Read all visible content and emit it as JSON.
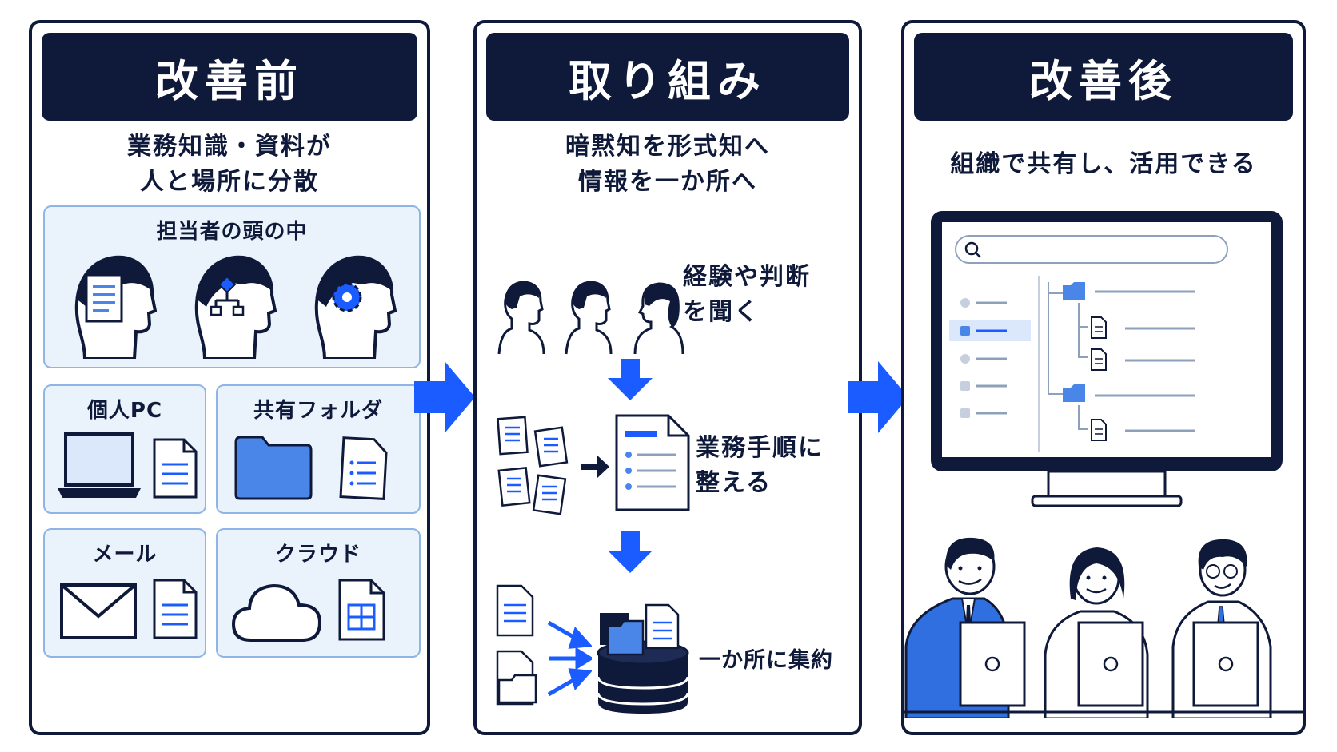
{
  "before": {
    "header": "改善前",
    "subtitle_line1": "業務知識・資料が",
    "subtitle_line2": "人と場所に分散",
    "heads_box_title": "担当者の頭の中",
    "sources": [
      "個人PC",
      "共有フォルダ",
      "メール",
      "クラウド"
    ]
  },
  "action": {
    "header": "取り組み",
    "subtitle_line1": "暗黙知を形式知へ",
    "subtitle_line2": "情報を一か所へ",
    "step1_line1": "経験や判断",
    "step1_line2": "を聞く",
    "step2_line1": "業務手順に",
    "step2_line2": "整える",
    "step3": "一か所に集約"
  },
  "after": {
    "header": "改善後",
    "subtitle": "組織で共有し、活用できる"
  },
  "colors": {
    "navy": "#0f1a3a",
    "accent_blue": "#1a5cff",
    "light_blue": "#eaf2fc",
    "folder_blue": "#4a86e8"
  }
}
